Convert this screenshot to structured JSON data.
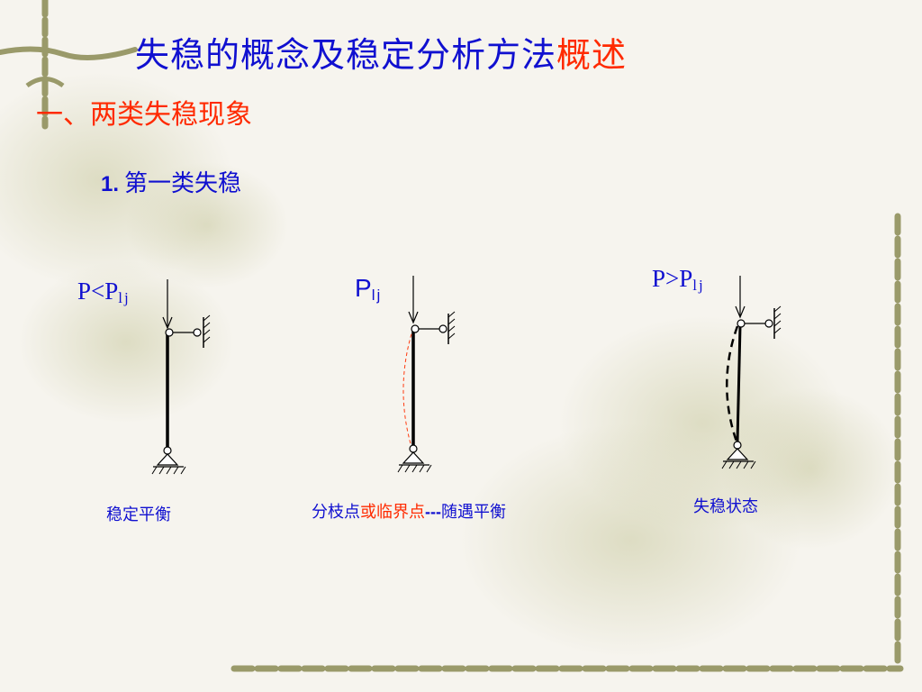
{
  "slide": {
    "title_main": "失稳的概念及稳定分析方法",
    "title_highlight": "概述",
    "section_heading": "一、两类失稳现象",
    "subsection_number": "1.",
    "subsection_text": "第一类失稳"
  },
  "diagrams": [
    {
      "load_base": "P<P",
      "load_sub": "lj",
      "caption": "稳定平衡"
    },
    {
      "load_base": "P",
      "load_sub": "lj",
      "caption_part1": "分枝点",
      "caption_part2": "或临界点",
      "caption_part3": "---",
      "caption_part4": "随遇平衡"
    },
    {
      "load_base": "P>P",
      "load_sub": "lj",
      "caption": "失稳状态"
    }
  ],
  "colors": {
    "title_blue": "#1010d0",
    "highlight_red": "#ff2a00",
    "background": "#f6f4ee"
  }
}
